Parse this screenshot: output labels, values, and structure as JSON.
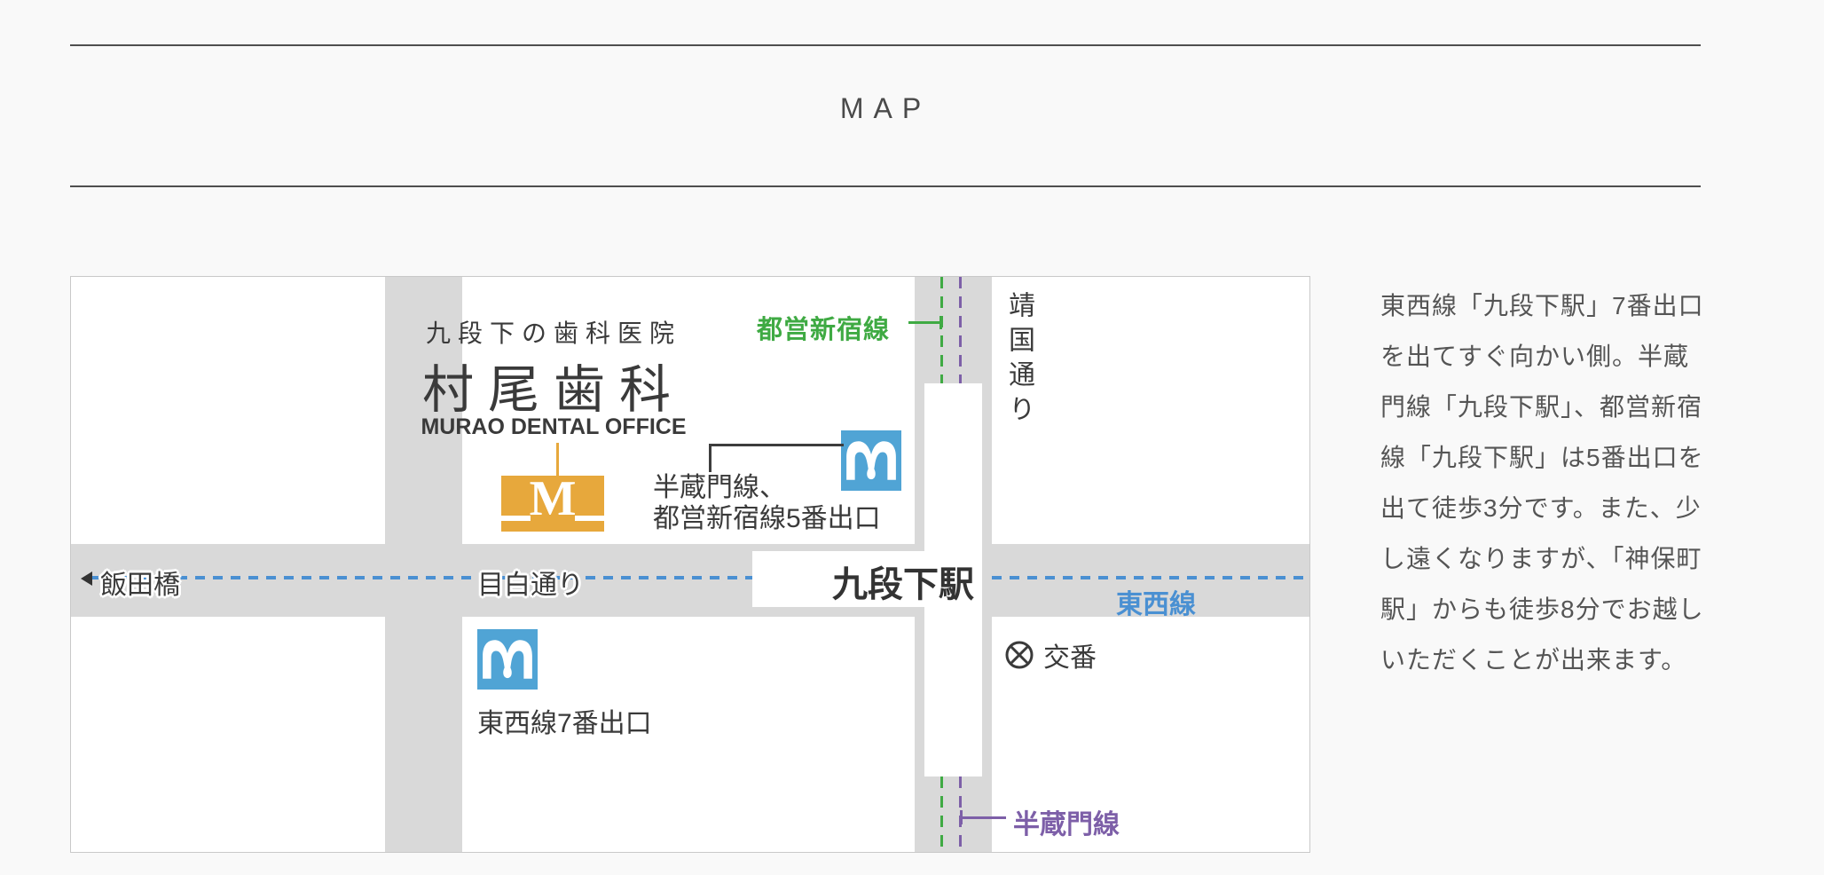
{
  "header": {
    "title": "MAP"
  },
  "map": {
    "labels": {
      "clinic_tagline": "九段下の歯科医院",
      "clinic_name": "村尾歯科",
      "clinic_name_en": "MURAO DENTAL OFFICE",
      "building_monogram": "M",
      "toei_shinjuku_line": "都営新宿線",
      "yasukuni_street": "靖国通り",
      "exit5_line1": "半蔵門線、",
      "exit5_line2": "都営新宿線5番出口",
      "iidabashi": "飯田橋",
      "mejiro_street": "目白通り",
      "kudanshita_station": "九段下駅",
      "tozai_line": "東西線",
      "koban": "交番",
      "tozai_exit7": "東西線7番出口",
      "hanzomon_line": "半蔵門線"
    },
    "colors": {
      "road_gray": "#d9d9d9",
      "metro_blue": "#50a4d5",
      "building_gold": "#e7a83c",
      "toei_shinjuku_green": "#3faa43",
      "hanzomon_purple": "#7d5fa8",
      "tozai_blue": "#4a90d2"
    }
  },
  "description": {
    "text": "東西線「九段下駅」7番出口を出てすぐ向かい側。半蔵門線「九段下駅」、都営新宿線「九段下駅」は5番出口を出て徒歩3分です。また、少し遠くなりますが、「神保町駅」からも徒歩8分でお越しいただくことが出来ます。"
  }
}
